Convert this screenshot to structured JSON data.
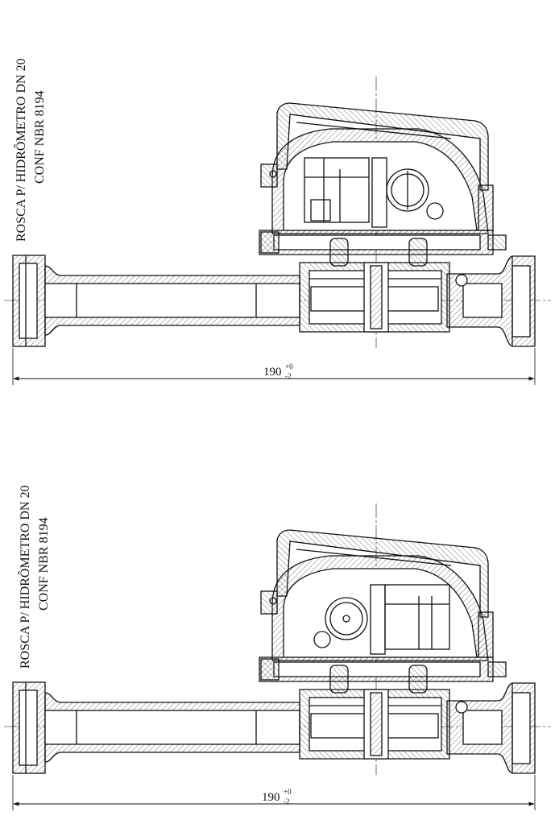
{
  "drawings": [
    {
      "note_line1": "ROSCA P/ HIDRÔMETRO DN 20",
      "note_line2": "CONF NBR 8194",
      "dimension": {
        "value": "190",
        "tol_upper": "+0",
        "tol_lower": "-2"
      }
    },
    {
      "note_line1": "ROSCA P/ HIDRÔMETRO DN 20",
      "note_line2": "CONF NBR 8194",
      "dimension": {
        "value": "190",
        "tol_upper": "+0",
        "tol_lower": "-2"
      }
    }
  ],
  "colors": {
    "line": "#111111",
    "hatch": "#555555",
    "background": "#ffffff"
  }
}
